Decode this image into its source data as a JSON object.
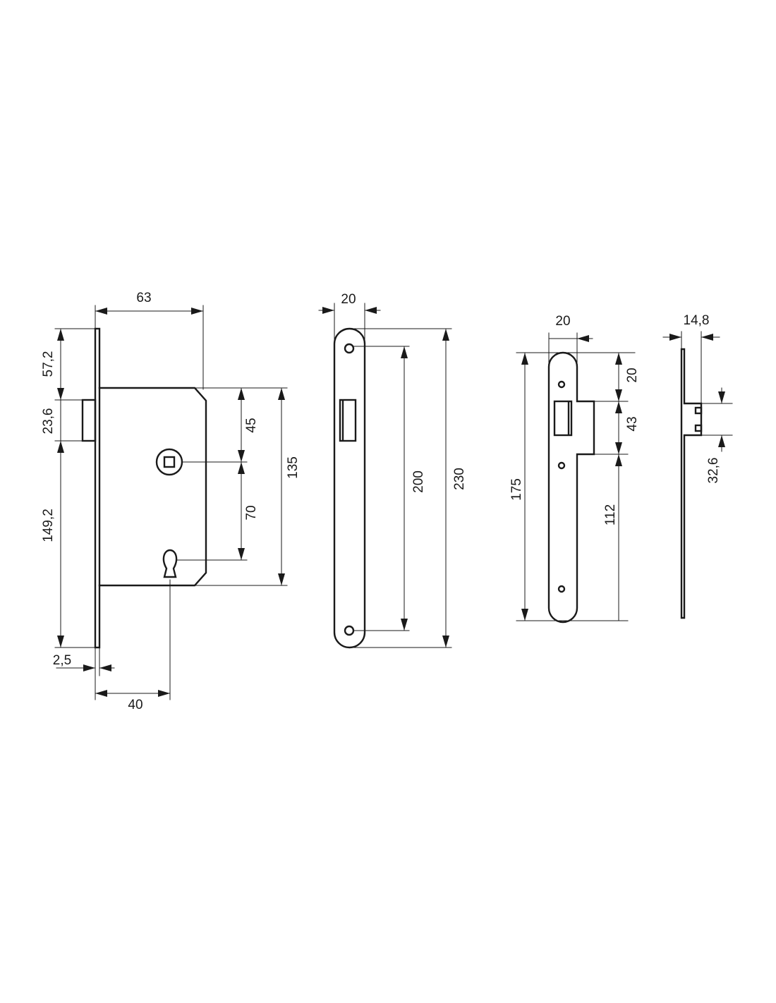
{
  "colors": {
    "line": "#1a1a1a",
    "background": "#ffffff"
  },
  "dimensions": {
    "lock_body": {
      "width": "63",
      "top_to_bolt": "57,2",
      "bolt_height": "23,6",
      "bolt_to_bottom": "149,2",
      "faceplate_thickness": "2,5",
      "backset": "40",
      "handle_offset": "45",
      "handle_to_keyhole": "70",
      "case_height": "135"
    },
    "faceplate": {
      "width": "20",
      "hole_spacing": "200",
      "length": "230"
    },
    "strike_plate_front": {
      "width": "20",
      "top_offset": "20",
      "opening_height": "43",
      "hole_spacing": "112",
      "length": "175"
    },
    "strike_plate_side": {
      "depth": "14,8",
      "offset": "32,6"
    }
  }
}
